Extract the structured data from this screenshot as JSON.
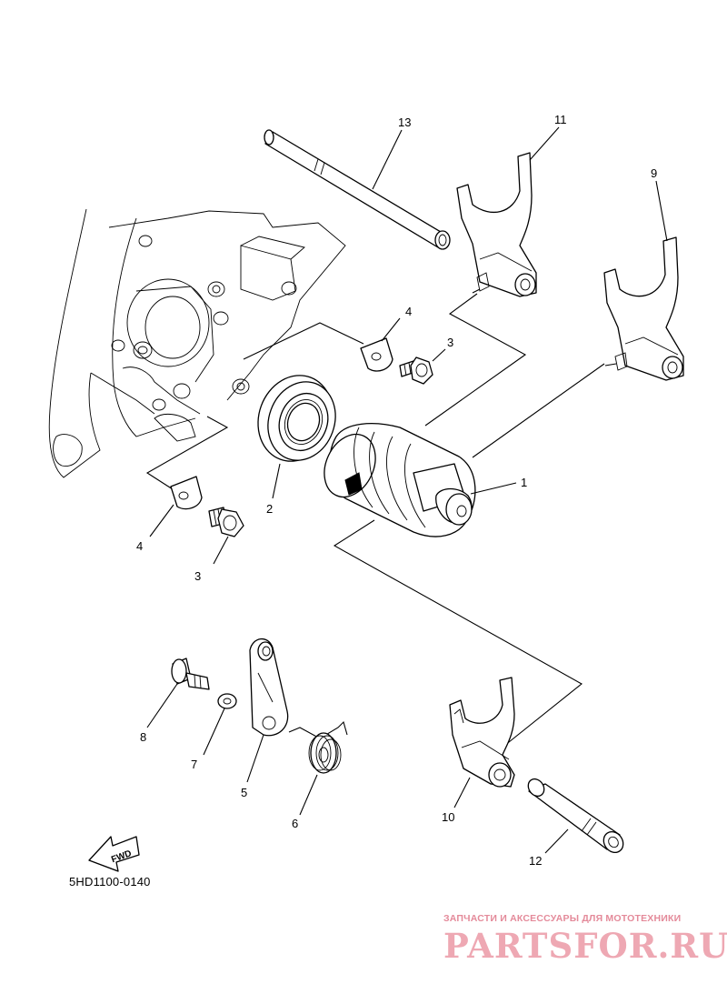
{
  "diagram_code": "5HD1100-0140",
  "fwd_label": "FWD",
  "watermark": {
    "tagline": "ЗАПЧАСТИ И АКСЕССУАРЫ ДЛЯ МОТОТЕХНИКИ",
    "logo": "PARTSFOR.RU"
  },
  "callouts": {
    "c1": "1",
    "c2": "2",
    "c3a": "3",
    "c3b": "3",
    "c4a": "4",
    "c4b": "4",
    "c5": "5",
    "c6": "6",
    "c7": "7",
    "c8": "8",
    "c9": "9",
    "c10": "10",
    "c11": "11",
    "c12": "12",
    "c13": "13"
  },
  "colors": {
    "line": "#000000",
    "background": "#ffffff",
    "watermark": "#ec9aa6"
  }
}
